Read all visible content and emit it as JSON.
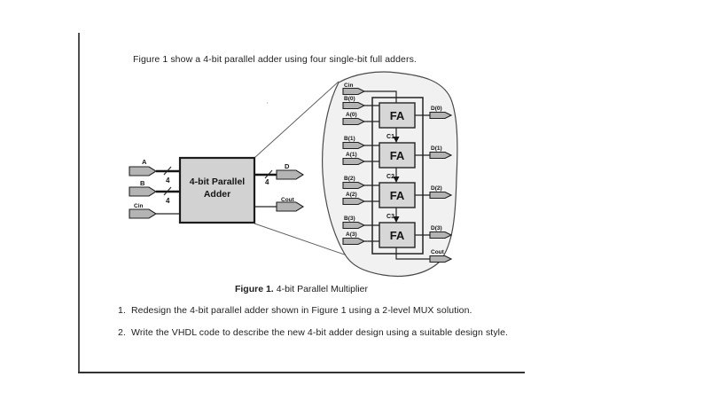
{
  "page": {
    "intro_text": "Figure 1 show a 4-bit parallel adder using four single-bit full adders.",
    "caption_label": "Figure 1.",
    "caption_text": "4-bit Parallel Multiplier",
    "list": [
      {
        "number": "1.",
        "text": "Redesign the 4-bit parallel adder shown in Figure 1 using a 2-level MUX solution."
      },
      {
        "number": "2.",
        "text": "Write the VHDL code to describe the new 4-bit adder design using a suitable design style."
      }
    ],
    "stray_mark": "'"
  },
  "diagram": {
    "block": {
      "title_line1": "4-bit Parallel",
      "title_line2": "Adder",
      "input_a": "A",
      "input_b": "B",
      "input_cin": "Cin",
      "output_d": "D",
      "output_cout": "Cout",
      "bus_width": "4"
    },
    "expanded": {
      "cin": "Cin",
      "cout": "Cout",
      "stages": [
        {
          "fa": "FA",
          "b": "B(0)",
          "a": "A(0)",
          "d": "D(0)",
          "carry": "C1"
        },
        {
          "fa": "FA",
          "b": "B(1)",
          "a": "A(1)",
          "d": "D(1)",
          "carry": "C2"
        },
        {
          "fa": "FA",
          "b": "B(2)",
          "a": "A(2)",
          "d": "D(2)",
          "carry": "C3"
        },
        {
          "fa": "FA",
          "b": "B(3)",
          "a": "A(3)",
          "d": "D(3)"
        }
      ]
    },
    "colors": {
      "block_fill": "#d2d2d2",
      "fa_fill": "#d7d7d7",
      "blob_fill": "#f1f1f1",
      "pin_fill": "#b4b4b4",
      "line": "#232323"
    }
  }
}
